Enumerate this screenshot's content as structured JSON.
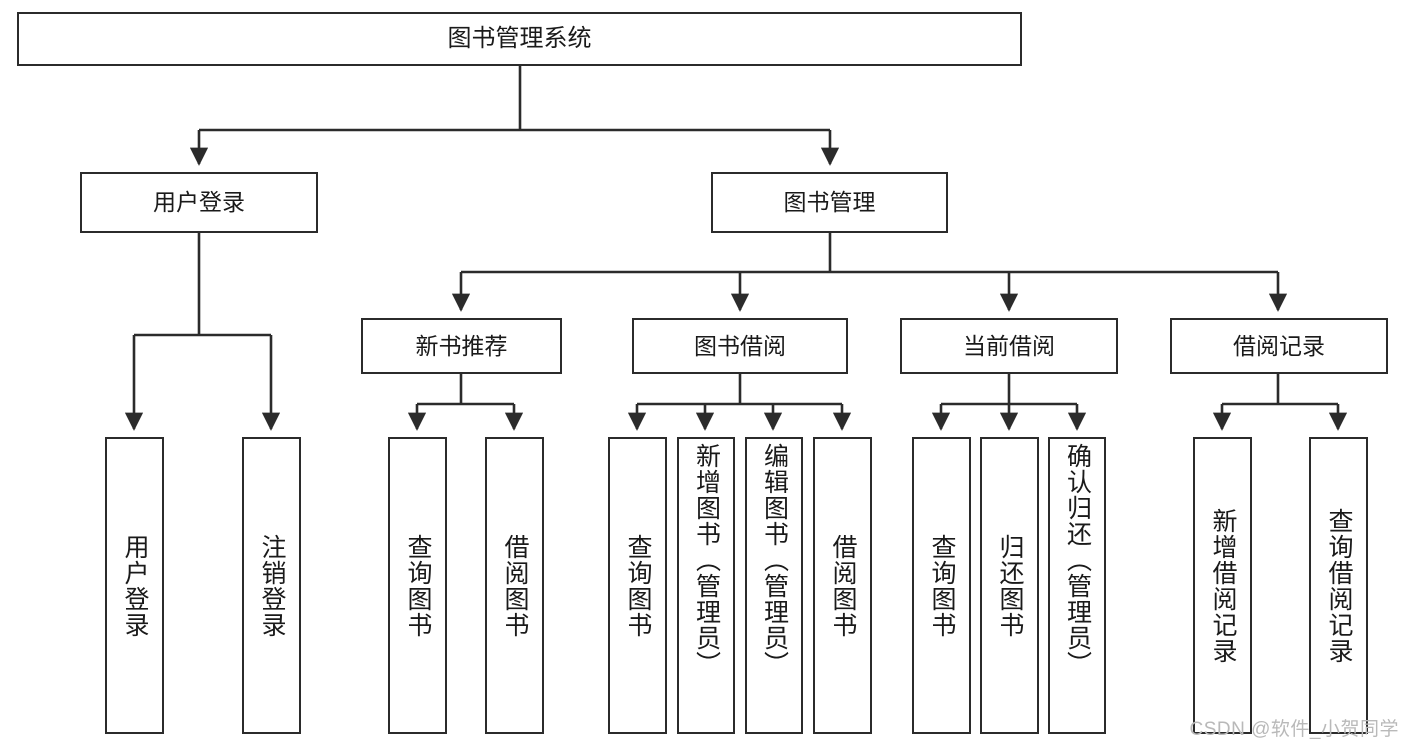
{
  "diagram": {
    "title": "图书管理系统",
    "watermark": "CSDN @软件_小贺同学",
    "type": "tree-hierarchy-diagram",
    "stroke_color": "#2b2b2b",
    "fill_color": "#ffffff",
    "text_color": "#1a1a1a",
    "watermark_color": "#b9b9b9",
    "levels": {
      "level1": [
        {
          "id": "root",
          "label": "图书管理系统"
        }
      ],
      "level2": [
        {
          "id": "user-login",
          "label": "用户登录",
          "parent": "root"
        },
        {
          "id": "book-management",
          "label": "图书管理",
          "parent": "root"
        }
      ],
      "level3": [
        {
          "id": "new-book-recommend",
          "label": "新书推荐",
          "parent": "book-management"
        },
        {
          "id": "book-borrow",
          "label": "图书借阅",
          "parent": "book-management"
        },
        {
          "id": "current-borrow",
          "label": "当前借阅",
          "parent": "book-management"
        },
        {
          "id": "borrow-record",
          "label": "借阅记录",
          "parent": "book-management"
        }
      ],
      "leaves": [
        {
          "id": "leaf-user-login",
          "label": "用户登录",
          "parent": "user-login"
        },
        {
          "id": "leaf-user-logout",
          "label": "注销登录",
          "parent": "user-login"
        },
        {
          "id": "leaf-query-book-1",
          "label": "查询图书",
          "parent": "new-book-recommend"
        },
        {
          "id": "leaf-borrow-book-1",
          "label": "借阅图书",
          "parent": "new-book-recommend"
        },
        {
          "id": "leaf-query-book-2",
          "label": "查询图书",
          "parent": "book-borrow"
        },
        {
          "id": "leaf-add-book",
          "label": "新增图书（管理员）",
          "parent": "book-borrow"
        },
        {
          "id": "leaf-edit-book",
          "label": "编辑图书（管理员）",
          "parent": "book-borrow"
        },
        {
          "id": "leaf-borrow-book-2",
          "label": "借阅图书",
          "parent": "book-borrow"
        },
        {
          "id": "leaf-query-book-3",
          "label": "查询图书",
          "parent": "current-borrow"
        },
        {
          "id": "leaf-return-book",
          "label": "归还图书",
          "parent": "current-borrow"
        },
        {
          "id": "leaf-confirm-return",
          "label": "确认归还（管理员）",
          "parent": "current-borrow"
        },
        {
          "id": "leaf-add-record",
          "label": "新增借阅记录",
          "parent": "borrow-record"
        },
        {
          "id": "leaf-query-record",
          "label": "查询借阅记录",
          "parent": "borrow-record"
        }
      ]
    }
  }
}
